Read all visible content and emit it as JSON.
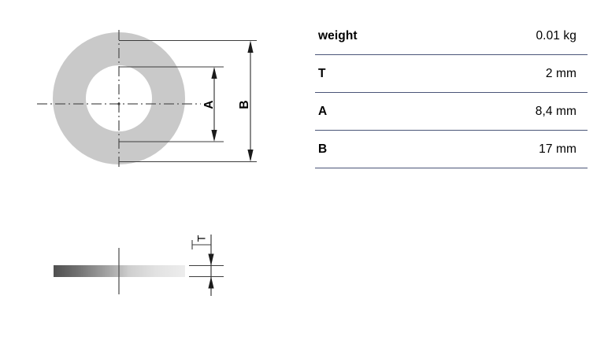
{
  "drawing": {
    "front_view": {
      "name": "washer-front-view",
      "dimension_labels": {
        "inner_diameter": "A",
        "outer_diameter": "B"
      }
    },
    "side_view": {
      "name": "washer-side-view",
      "dimension_labels": {
        "thickness": "T"
      }
    },
    "colors": {
      "ring_fill": "#c9c9c9",
      "line": "#3d3d3d",
      "centerline": "#555555",
      "bar_gradient_dark": "#545454",
      "bar_gradient_light": "#e8e8e8"
    }
  },
  "spec_table": {
    "accent_line_color": "#4a5578",
    "rows": [
      {
        "label": "weight",
        "value": "0.01 kg"
      },
      {
        "label": "T",
        "value": "2 mm"
      },
      {
        "label": "A",
        "value": "8,4 mm"
      },
      {
        "label": "B",
        "value": "17 mm"
      }
    ]
  }
}
